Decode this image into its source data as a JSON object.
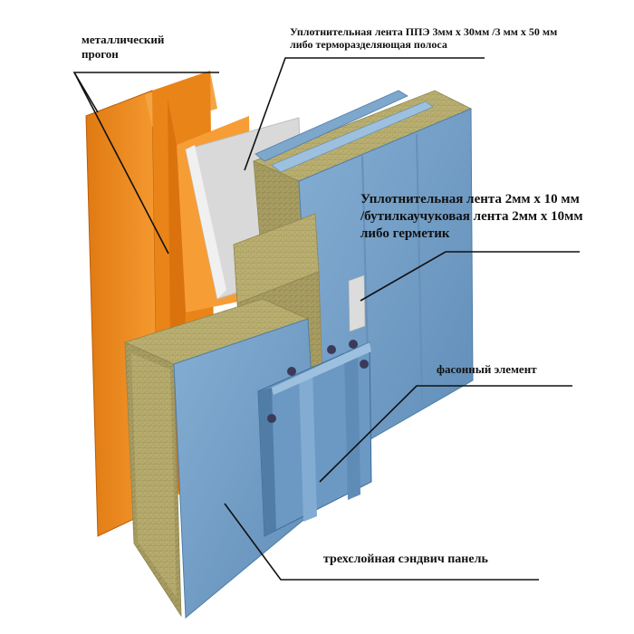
{
  "labels": {
    "purlin": [
      "металлический",
      "прогон"
    ],
    "ppe_tape": [
      "Уплотнительная лента ППЭ  3мм х 30мм /3 мм х 50 мм",
      "либо  терморазделяющая полоса"
    ],
    "sealing_tape": [
      "Уплотнительная лента 2мм х 10 мм",
      "/бутилкаучуковая лента 2мм х 10мм",
      "либо герметик"
    ],
    "flashing": "фасонный элемент",
    "sandwich_panel": "трехслойная сэндвич панель"
  },
  "colors": {
    "steel_blue": "#6f9dc4",
    "steel_blue_dark": "#4f7da6",
    "steel_blue_light": "#8fb6d8",
    "insulation": "#b8ad6e",
    "insulation_dark": "#8f8650",
    "purlin_orange": "#f08a1c",
    "purlin_dark": "#c8650a",
    "tape_grey": "#d8d8d8"
  }
}
